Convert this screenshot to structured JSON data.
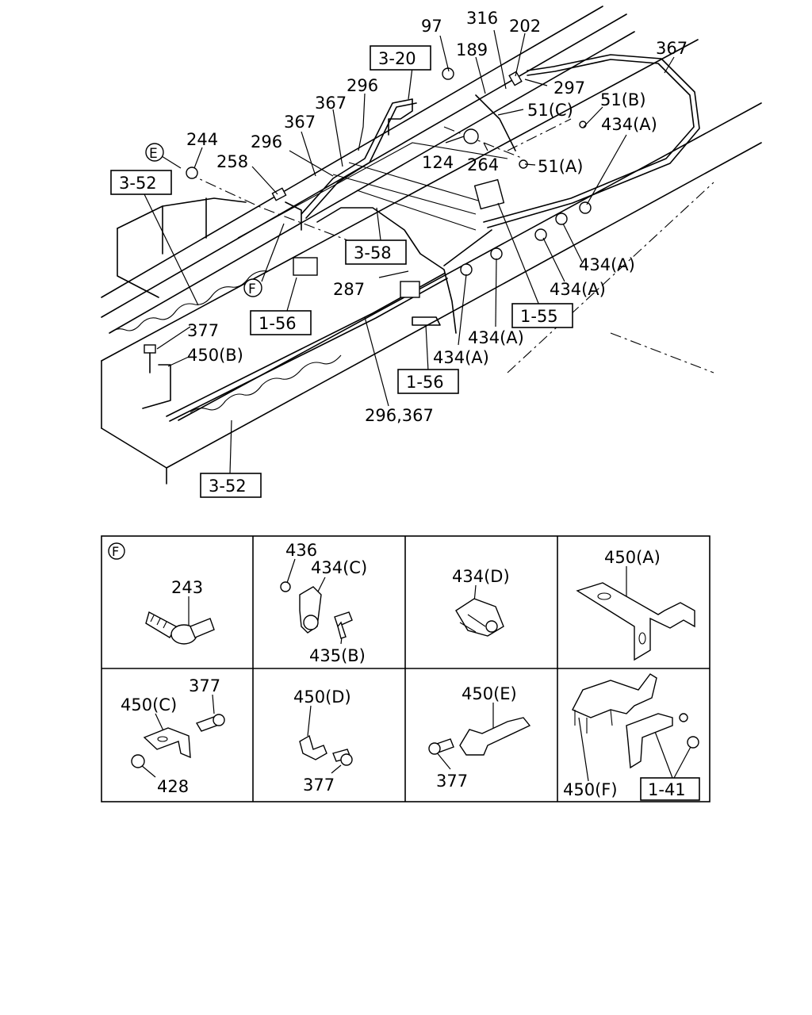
{
  "main_labels": {
    "l97": "97",
    "l316": "316",
    "l202": "202",
    "l189": "189",
    "l367a": "367",
    "l297": "297",
    "l51c": "51(C)",
    "l51b": "51(B)",
    "l434a_top": "434(A)",
    "l296a": "296",
    "l367b": "367",
    "l367c": "367",
    "l296b": "296",
    "l244": "244",
    "l258": "258",
    "l124": "124",
    "l264": "264",
    "l51a": "51(A)",
    "l287": "287",
    "l434a_1": "434(A)",
    "l434a_2": "434(A)",
    "l434a_3": "434(A)",
    "l434a_4": "434(A)",
    "l377": "377",
    "l450b": "450(B)",
    "l296_367": "296,367"
  },
  "ref_boxes": {
    "r320": "3-20",
    "r352a": "3-52",
    "r358": "3-58",
    "r156a": "1-56",
    "r155": "1-55",
    "r156b": "1-56",
    "r352b": "3-52"
  },
  "callouts": {
    "e": "E",
    "f": "F"
  },
  "detail_panels": {
    "p1": {
      "circle": "F",
      "labels": [
        "243"
      ]
    },
    "p2": {
      "labels": [
        "436",
        "434(C)",
        "435(B)"
      ]
    },
    "p3": {
      "labels": [
        "434(D)"
      ]
    },
    "p4": {
      "labels": [
        "450(A)"
      ]
    },
    "p5": {
      "labels": [
        "377",
        "450(C)",
        "428"
      ]
    },
    "p6": {
      "labels": [
        "450(D)",
        "377"
      ]
    },
    "p7": {
      "labels": [
        "450(E)",
        "377"
      ]
    },
    "p8": {
      "labels": [
        "450(F)"
      ],
      "ref": "1-41"
    }
  }
}
